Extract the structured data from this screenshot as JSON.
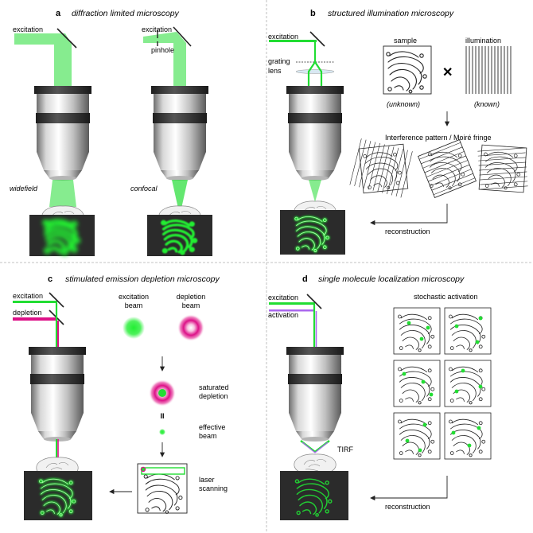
{
  "panels": {
    "a": {
      "letter": "a",
      "title": "diffraction limited microscopy",
      "excitation_left": "excitation",
      "excitation_right": "excitation",
      "pinhole": "pinhole",
      "widefield": "widefield",
      "confocal": "confocal"
    },
    "b": {
      "letter": "b",
      "title": "structured illumination microscopy",
      "excitation": "excitation",
      "grating": "grating",
      "lens": "lens",
      "sample": "sample",
      "illumination": "illumination",
      "unknown": "(unknown)",
      "known": "(known)",
      "times": "✕",
      "interference": "Interference pattern / Moiré fringe",
      "reconstruction": "reconstruction"
    },
    "c": {
      "letter": "c",
      "title": "stimulated emission depletion microscopy",
      "excitation": "excitation",
      "depletion": "depletion",
      "excitation_beam_1": "excitation",
      "excitation_beam_2": "beam",
      "depletion_beam_1": "depletion",
      "depletion_beam_2": "beam",
      "saturated_1": "saturated",
      "saturated_2": "depletion",
      "equals": "II",
      "effective_1": "effective",
      "effective_2": "beam",
      "laser_1": "laser",
      "laser_2": "scanning"
    },
    "d": {
      "letter": "d",
      "title": "single molecule localization microscopy",
      "excitation": "excitation",
      "activation": "activation",
      "stochastic": "stochastic activation",
      "tirf": "TIRF",
      "reconstruction": "reconstruction"
    }
  },
  "colors": {
    "green": "#22dd33",
    "magenta": "#dd1188",
    "violet": "#aa66ee",
    "dark_bg": "#2b2b2b",
    "divider": "#b0b0b0"
  }
}
